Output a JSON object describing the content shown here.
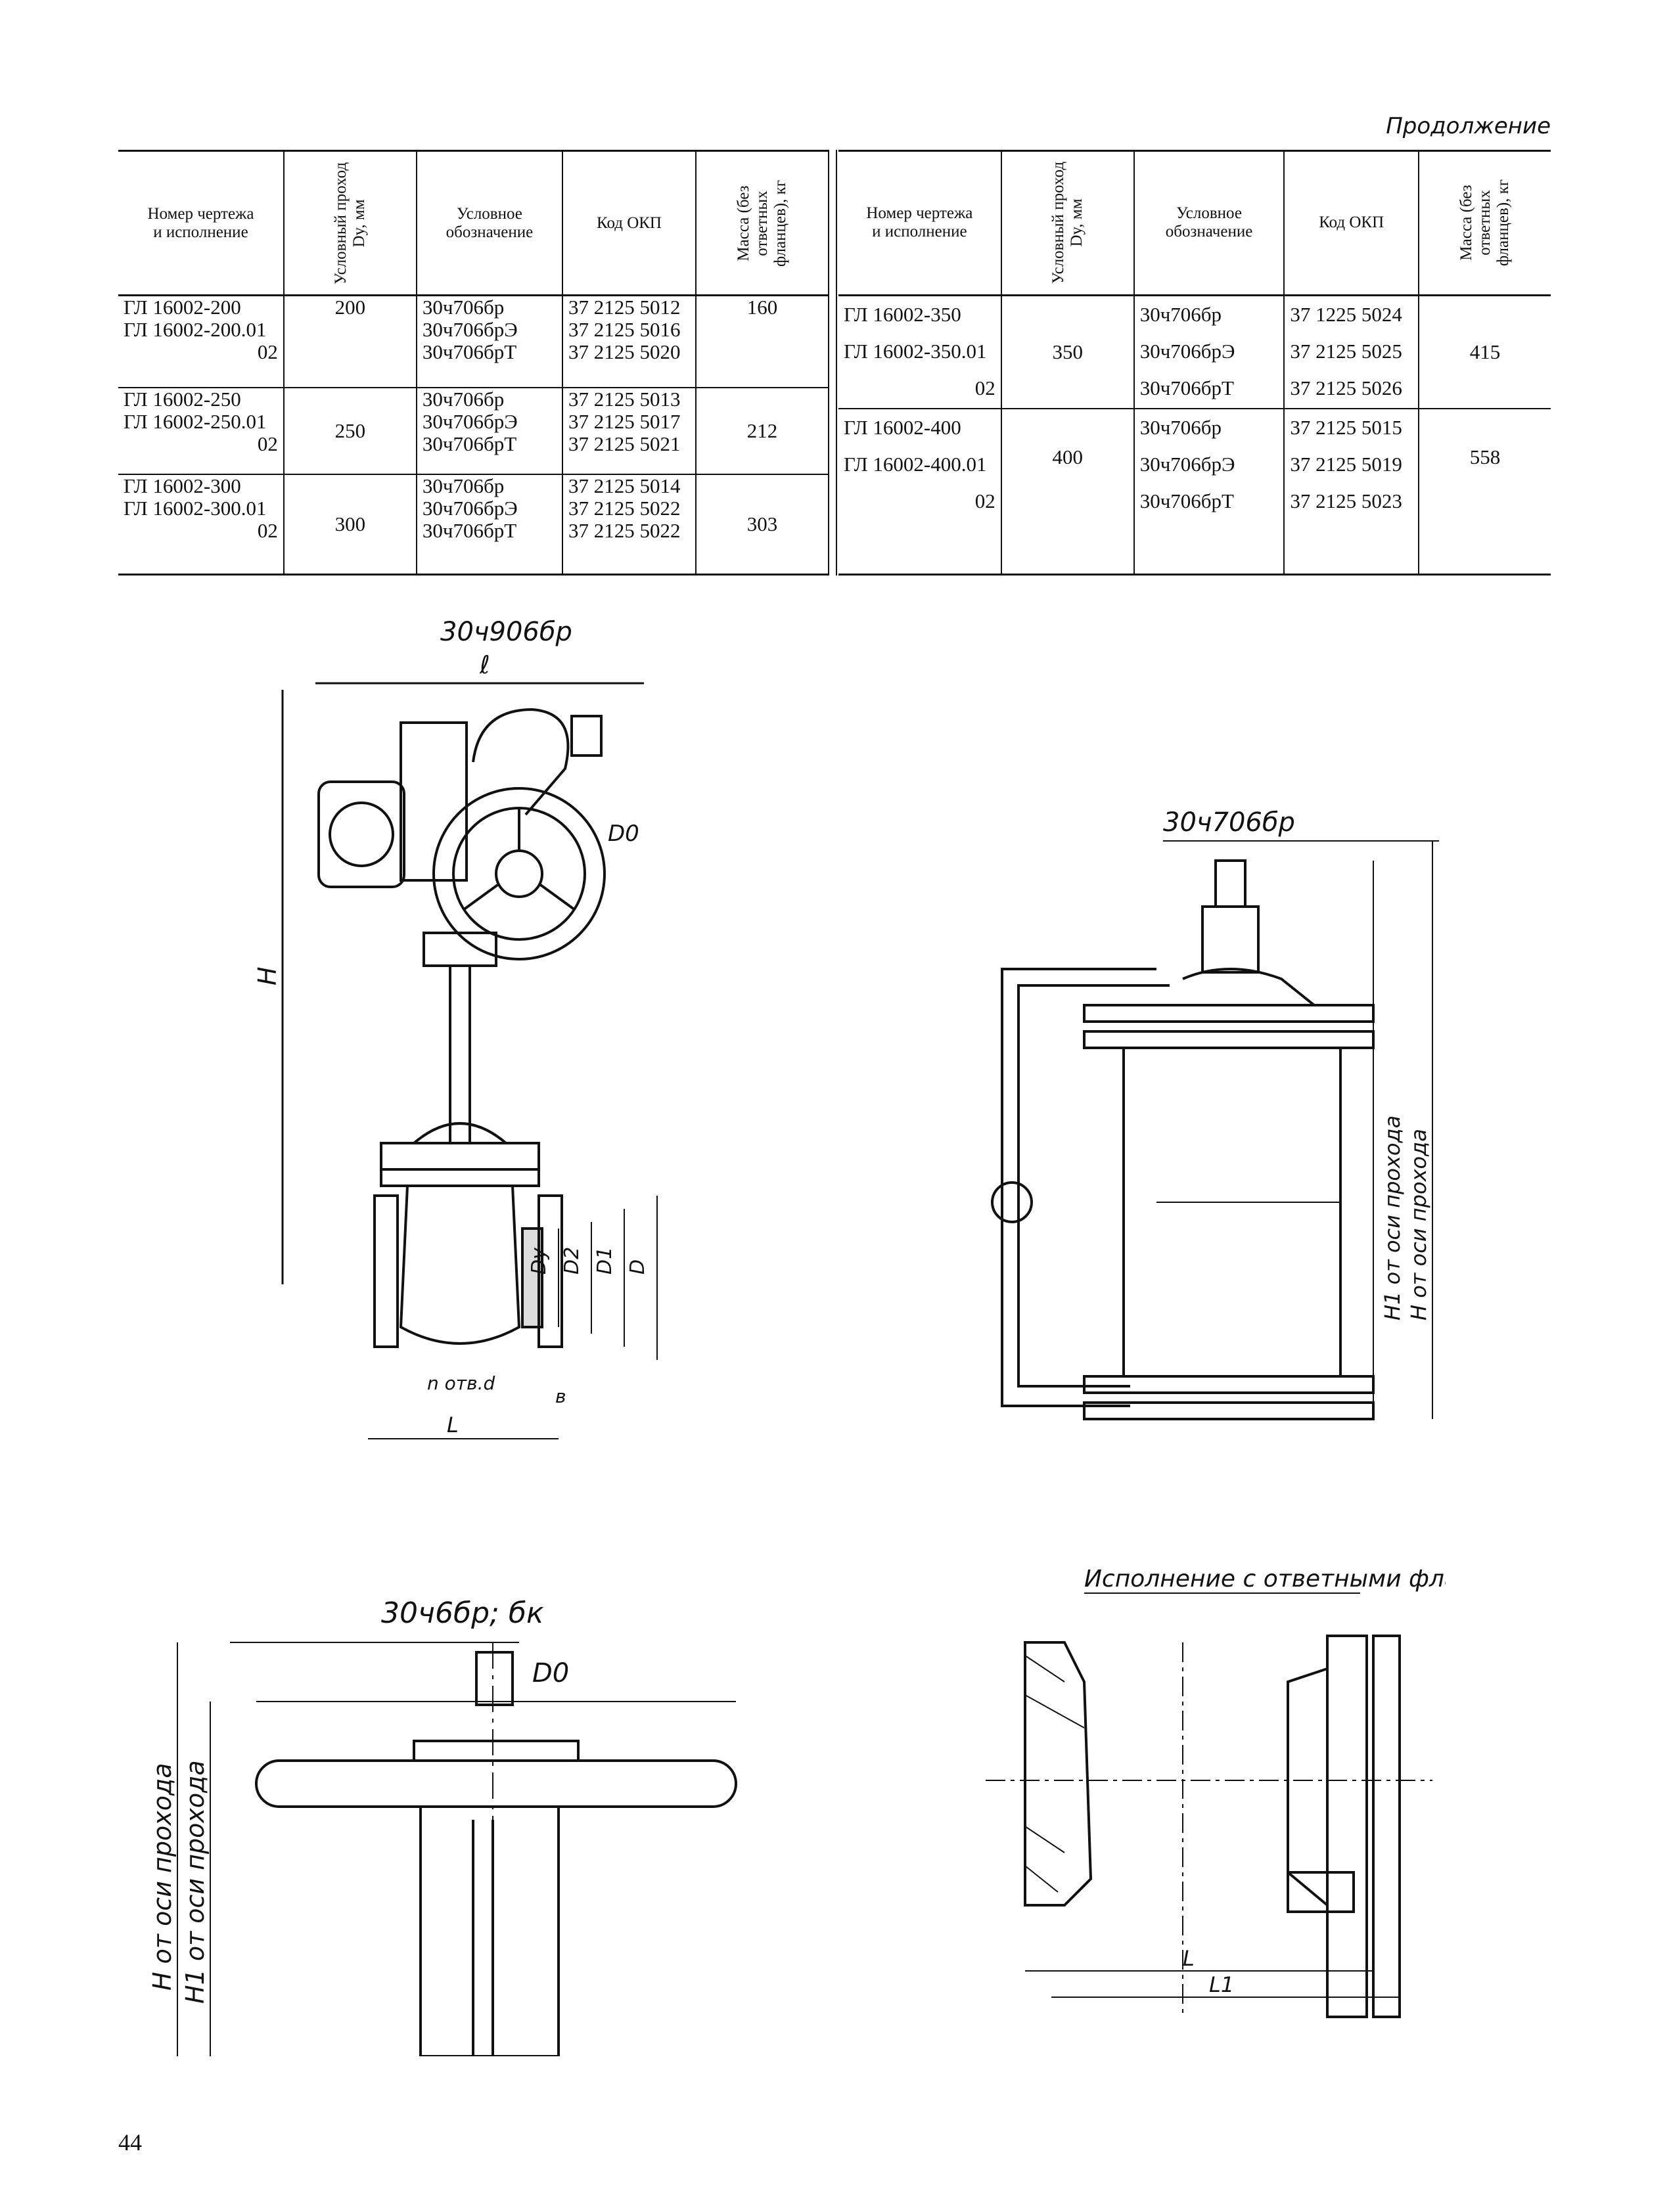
{
  "continuation": "Продолжение",
  "table": {
    "headers": {
      "drawing": "Номер чертежа\nи исполнение",
      "dn": "Условный проход Dy, мм",
      "designation": "Условное обозначение",
      "okp": "Код ОКП",
      "mass": "Масса (без ответных фланцев), кг"
    },
    "left": [
      {
        "drawings": [
          "ГЛ 16002-200",
          "ГЛ 16002-200.01",
          "02"
        ],
        "dn": "200",
        "designations": [
          "30ч706бр",
          "30ч706брЭ",
          "30ч706брТ"
        ],
        "okp": [
          "37 2125 5012",
          "37 2125 5016",
          "37 2125 5020"
        ],
        "mass": "160"
      },
      {
        "drawings": [
          "ГЛ 16002-250",
          "ГЛ 16002-250.01",
          "02"
        ],
        "dn": "250",
        "designations": [
          "30ч706бр",
          "30ч706брЭ",
          "30ч706брТ"
        ],
        "okp": [
          "37 2125 5013",
          "37 2125 5017",
          "37 2125 5021"
        ],
        "mass": "212"
      },
      {
        "drawings": [
          "ГЛ 16002-300",
          "ГЛ 16002-300.01",
          "02"
        ],
        "dn": "300",
        "designations": [
          "30ч706бр",
          "30ч706брЭ",
          "30ч706брТ"
        ],
        "okp": [
          "37 2125 5014",
          "37 2125 5022",
          "37 2125 5022"
        ],
        "mass": "303"
      }
    ],
    "right": [
      {
        "drawings": [
          "ГЛ 16002-350",
          "ГЛ 16002-350.01",
          "02"
        ],
        "dn": "350",
        "designations": [
          "30ч706бр",
          "30ч706брЭ",
          "30ч706брТ"
        ],
        "okp": [
          "37 1225 5024",
          "37 2125 5025",
          "37 2125 5026"
        ],
        "mass": "415"
      },
      {
        "drawings": [
          "ГЛ 16002-400",
          "ГЛ 16002-400.01",
          "02"
        ],
        "dn": "400",
        "designations": [
          "30ч706бр",
          "30ч706брЭ",
          "30ч706брТ"
        ],
        "okp": [
          "37 2125 5015",
          "37 2125 5019",
          "37 2125 5023"
        ],
        "mass": "558"
      }
    ]
  },
  "figures": {
    "fig1": {
      "title": "30ч906бр",
      "dims": [
        "ℓ",
        "H",
        "D0",
        "Dy",
        "D2",
        "D1",
        "D",
        "n отв.d",
        "в",
        "L"
      ]
    },
    "fig2": {
      "title": "30ч706бр",
      "dims": [
        "H1 от оси прохода",
        "H от оси прохода"
      ]
    },
    "fig3": {
      "title": "30ч6бр; бк",
      "dims": [
        "D0",
        "H от оси прохода",
        "H1 от оси прохода"
      ]
    },
    "fig4": {
      "title": "Исполнение с ответными фланцами",
      "dims": [
        "L",
        "L1"
      ]
    }
  },
  "page_number": "44"
}
